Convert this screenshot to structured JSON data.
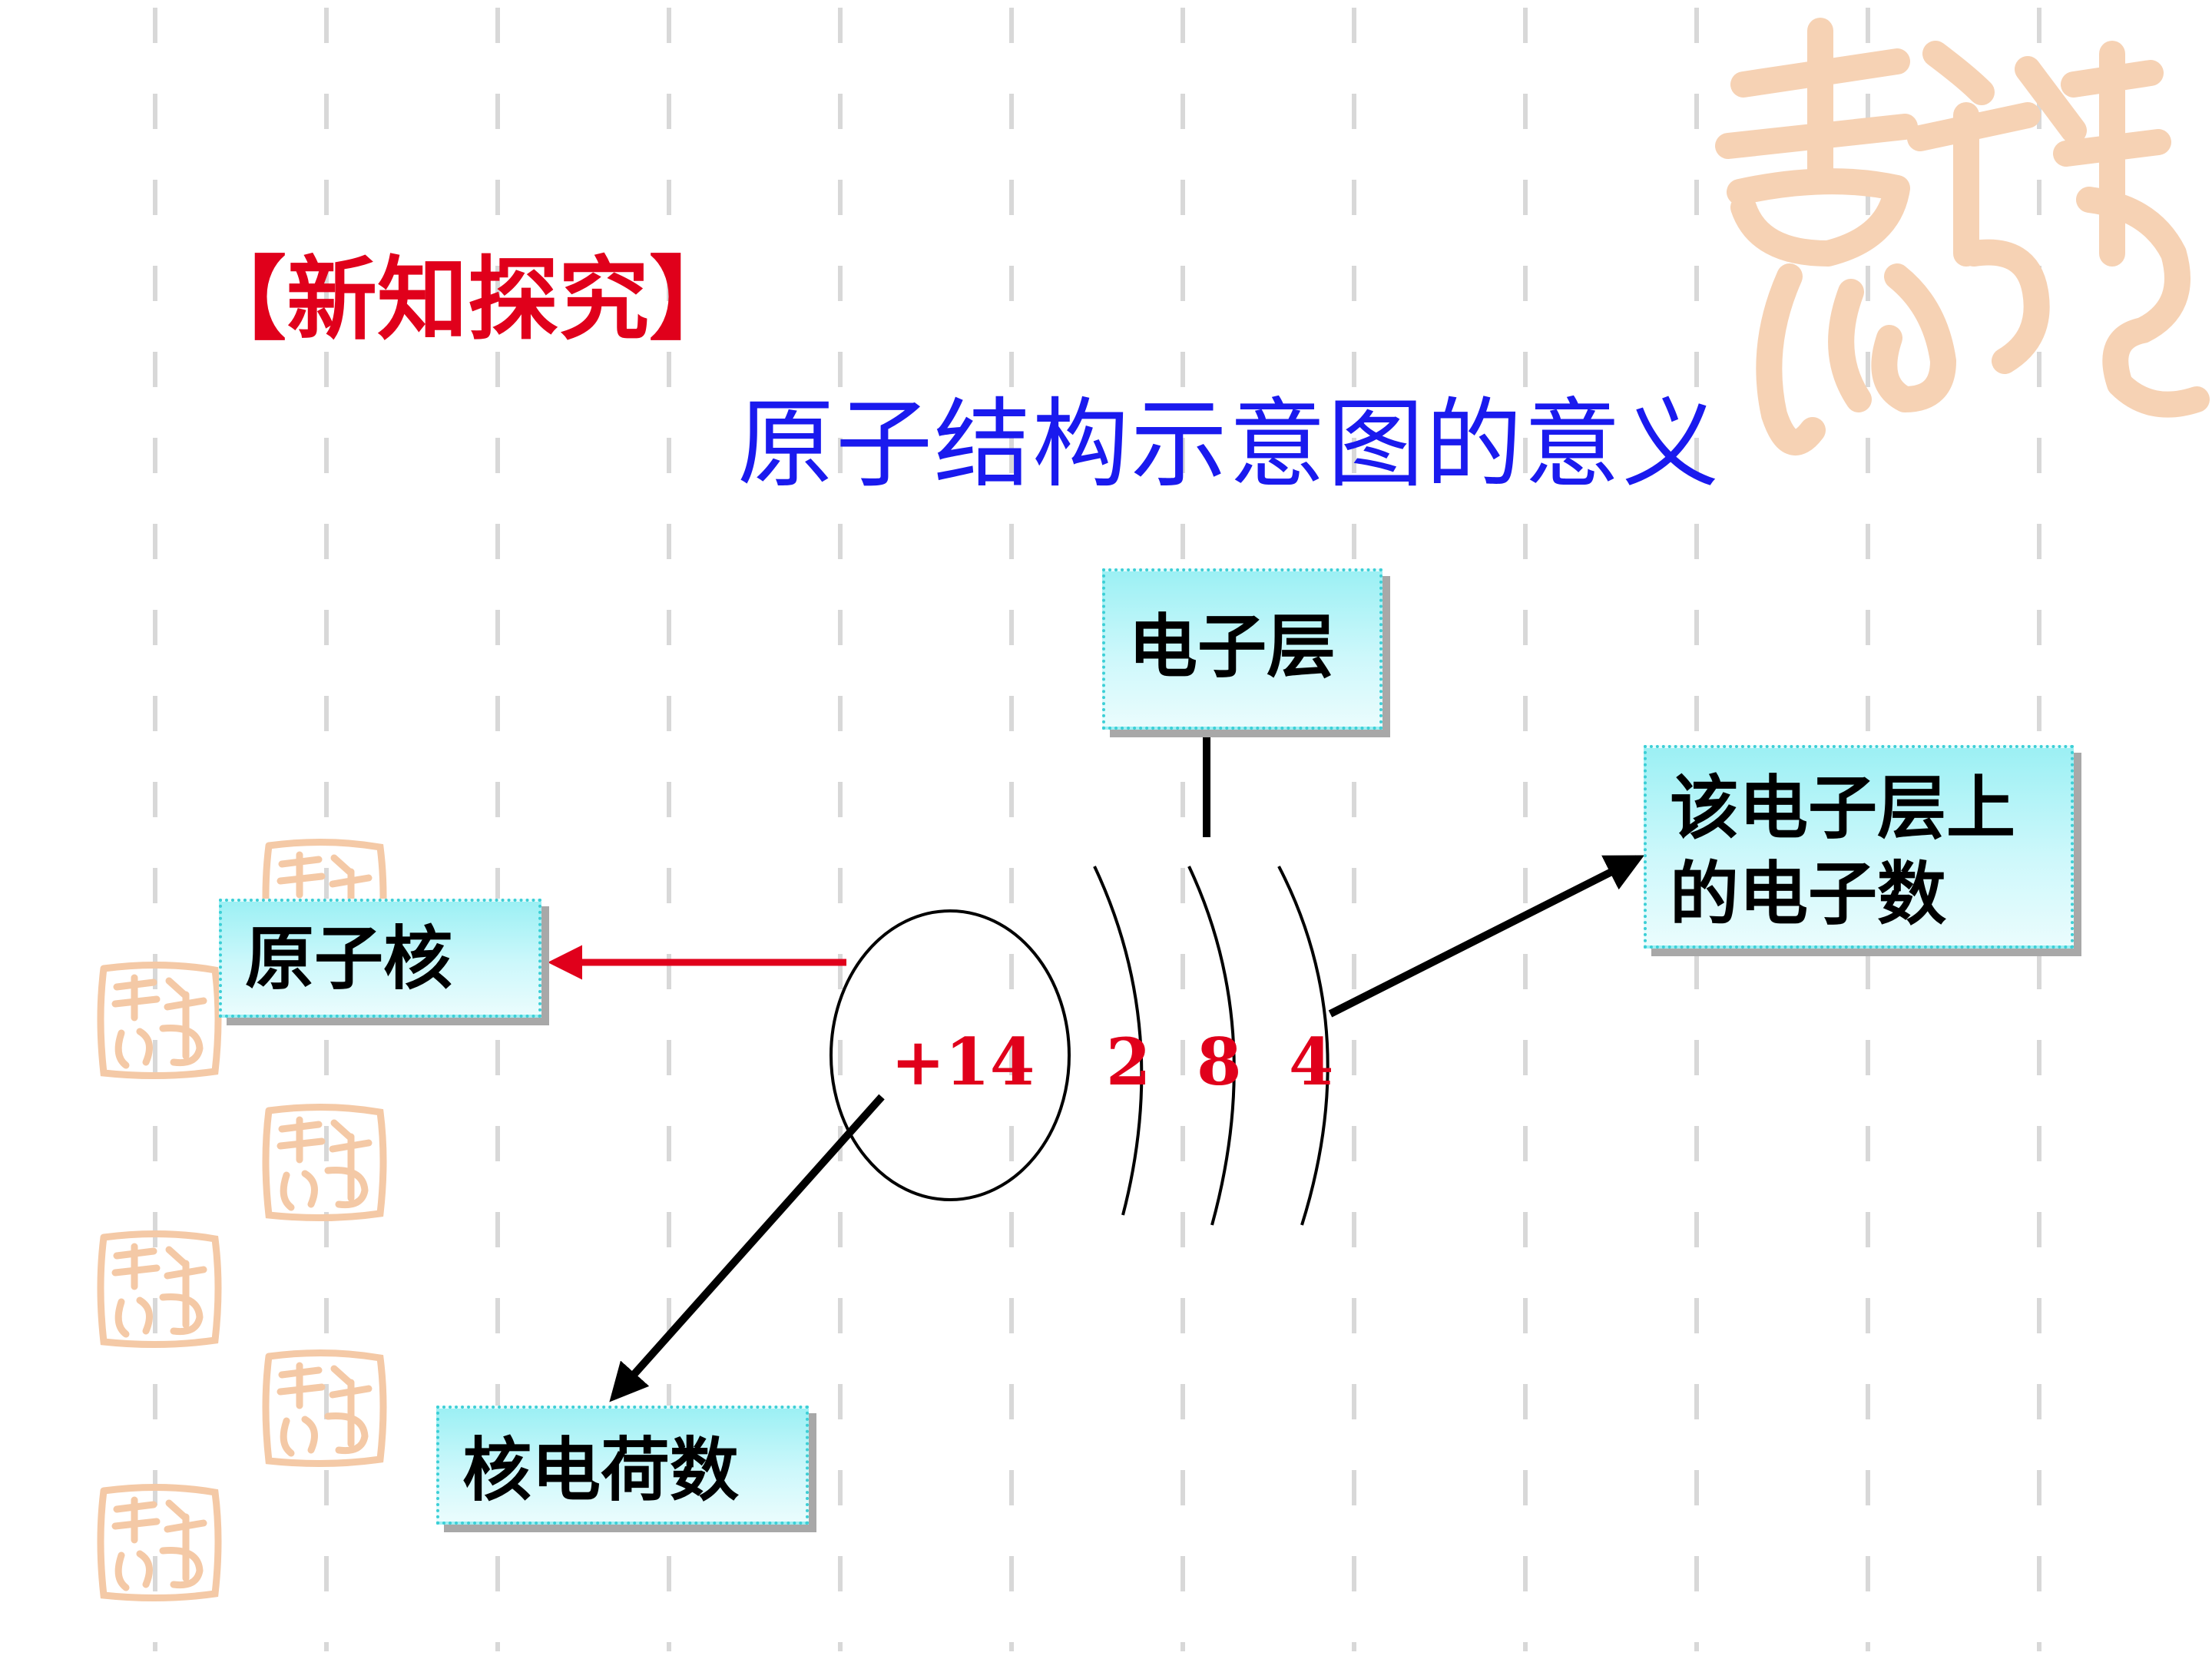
{
  "slide": {
    "heading": "【新知探究】",
    "title": "原子结构示意图的意义",
    "background_text_color": "#f4c9a6",
    "accent_colors": {
      "heading": "#e0001b",
      "title": "#1a1aee",
      "numbers": "#e0001b",
      "box_fill": "#b8f4f8",
      "box_border": "#3ccfd6"
    }
  },
  "diagram": {
    "nucleus_charge": "+14",
    "shell_electrons": [
      "2",
      "8",
      "4"
    ],
    "labels": {
      "nucleus": "原子核",
      "electron_shell": "电子层",
      "electrons_on_shell_line1": "该电子层上",
      "electrons_on_shell_line2": "的电子数",
      "nuclear_charge": "核电荷数"
    }
  }
}
